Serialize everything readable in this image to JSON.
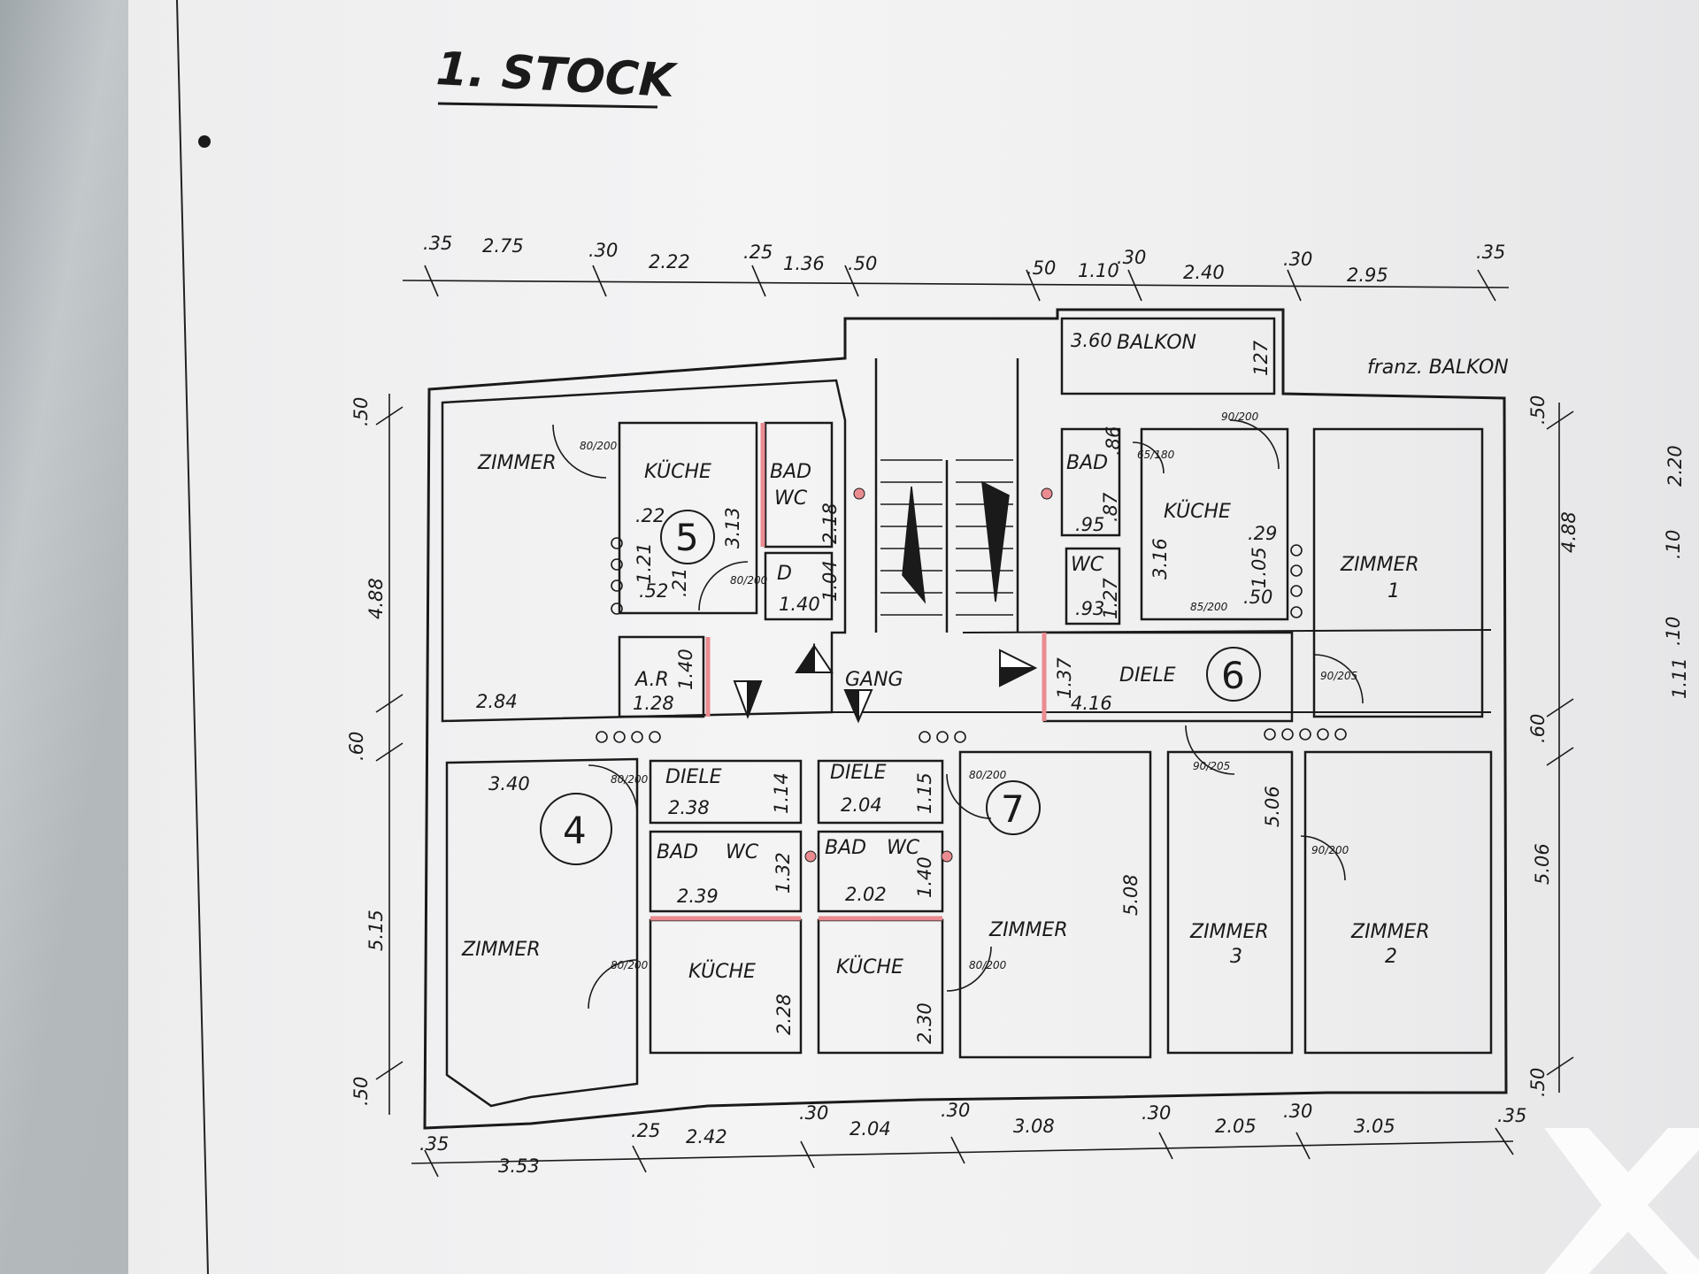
{
  "title": "1. STOCK",
  "balcony": {
    "label": "BALKON",
    "width": "3.60",
    "depth": "127"
  },
  "french_balcony": "franz. BALKON",
  "corridor": {
    "label": "GANG"
  },
  "top_dims": [
    ".35",
    "2.75",
    ".30",
    "2.22",
    ".25",
    "1.36",
    ".50",
    ".50",
    "1.10",
    ".30",
    "2.40",
    ".30",
    "2.95",
    ".35"
  ],
  "bottom_dims": [
    ".35",
    "3.53",
    ".25",
    "2.42",
    ".30",
    "2.04",
    ".30",
    "3.08",
    ".30",
    "2.05",
    ".30",
    "3.05",
    ".35"
  ],
  "left_dims": [
    ".50",
    "4.88",
    ".60",
    "5.15",
    ".50"
  ],
  "right_dims": [
    ".50",
    "4.88",
    ".60",
    "5.06",
    ".50"
  ],
  "far_right_dims": [
    "2.20",
    ".10",
    ".10",
    "1.11"
  ],
  "units": {
    "u5": {
      "number": "5",
      "zimmer": "ZIMMER",
      "zimmer_dim": "2.84",
      "kueche": "KÜCHE",
      "kueche_d1": ".22",
      "kueche_d2": "3.13",
      "kueche_d3": "1.21",
      "kueche_d4": ".52",
      "kueche_d5": ".21",
      "bad": "BAD",
      "wc": "WC",
      "bad_dim": "2.18",
      "d": "D",
      "d_dim1": "1.40",
      "d_dim2": "1.04",
      "ar": "A.R",
      "ar_dim1": "1.28",
      "ar_dim2": "1.40"
    },
    "u6": {
      "number": "6",
      "bad": "BAD",
      "bad_d1": ".86",
      "bad_d2": ".95",
      "bad_d3": ".87",
      "wc": "WC",
      "wc_d1": ".93",
      "wc_d2": "1.27",
      "kueche": "KÜCHE",
      "kueche_d1": "3.16",
      "kueche_d2": ".29",
      "kueche_d3": "1.05",
      "kueche_d4": ".50",
      "zimmer1": "ZIMMER",
      "zimmer1_n": "1",
      "diele": "DIELE",
      "diele_d1": "4.16",
      "diele_d2": "1.37"
    },
    "u4": {
      "number": "4",
      "zimmer": "ZIMMER",
      "zimmer_dim": "3.40",
      "diele": "DIELE",
      "diele_d1": "2.38",
      "diele_d2": "1.14",
      "bad": "BAD",
      "wc": "WC",
      "bad_d1": "2.39",
      "bad_d2": "1.32",
      "kueche": "KÜCHE",
      "kueche_dim": "2.28"
    },
    "u7": {
      "number": "7",
      "diele": "DIELE",
      "diele_d1": "2.04",
      "diele_d2": "1.15",
      "bad": "BAD",
      "wc": "WC",
      "bad_d1": "2.02",
      "bad_d2": "1.40",
      "kueche": "KÜCHE",
      "kueche_dim": "2.30",
      "zimmer": "ZIMMER",
      "zimmer_dim": "5.08",
      "zimmer3": "ZIMMER",
      "zimmer3_n": "3",
      "zimmer3_dim": "5.06",
      "zimmer2": "ZIMMER",
      "zimmer2_n": "2"
    }
  },
  "doors": [
    "80/200",
    "90/200",
    "90/205",
    "65/180",
    "85/200"
  ],
  "colors": {
    "ink": "#1a1a1a",
    "paper": "#f1f1f2",
    "desk": "#b3b8bb",
    "marker": "#e98b90"
  }
}
